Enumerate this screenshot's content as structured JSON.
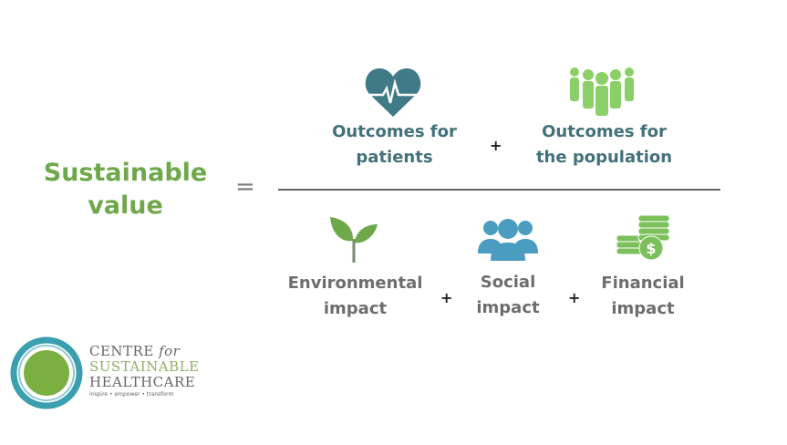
{
  "left_term": {
    "line1": "Sustainable",
    "line2": "value",
    "color": "#6ea84a"
  },
  "equals": "=",
  "numerator": [
    {
      "line1": "Outcomes for",
      "line2": "patients",
      "icon": "heart-pulse-icon"
    },
    {
      "line1": "Outcomes for",
      "line2": "the population",
      "icon": "people-group-icon"
    }
  ],
  "denominator": [
    {
      "line1": "Environmental",
      "line2": "impact",
      "icon": "sprout-icon"
    },
    {
      "line1": "Social",
      "line2": "impact",
      "icon": "users-icon"
    },
    {
      "line1": "Financial",
      "line2": "impact",
      "icon": "coins-icon"
    }
  ],
  "plus": "+",
  "logo": {
    "line1": "CENTRE",
    "line1b": "for",
    "line2": "SUSTAINABLE",
    "line3": "HEALTHCARE",
    "tagline": "inspire • empower • transform"
  },
  "colors": {
    "teal": "#43717b",
    "green": "#6ea84a",
    "light_green": "#8bcf68",
    "blue": "#4a9dc1",
    "gray": "#6d6d6d"
  }
}
